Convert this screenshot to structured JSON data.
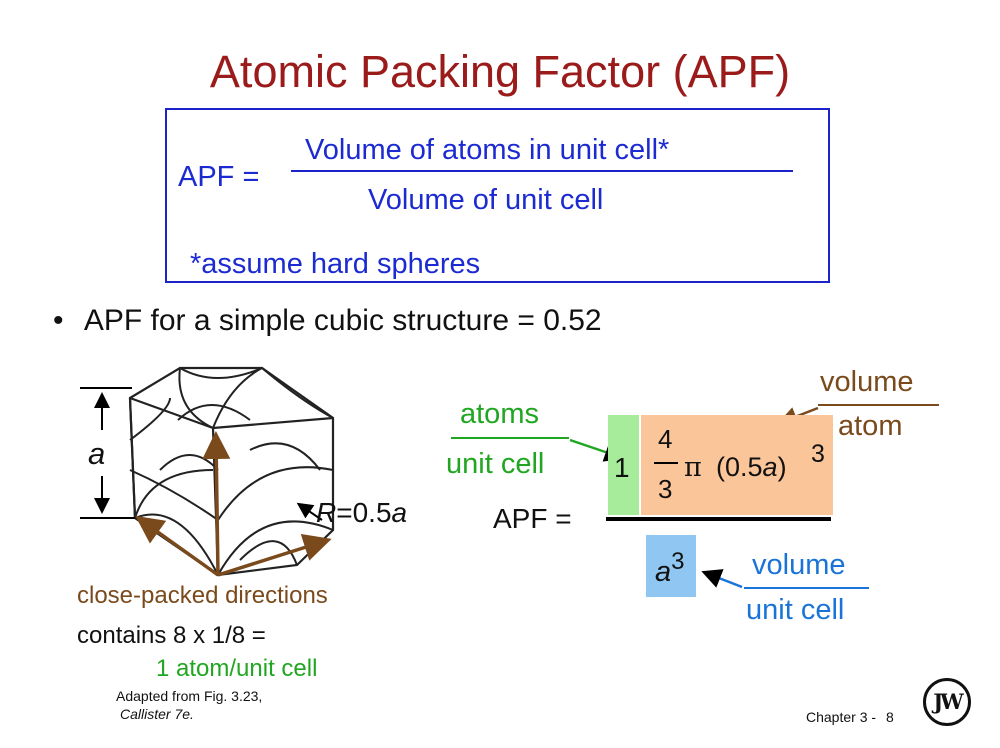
{
  "title": "Atomic Packing Factor (APF)",
  "definition": {
    "lhs": "APF =",
    "numerator": "Volume of atoms in unit cell*",
    "denominator": "Volume of unit cell",
    "footnote": "*assume hard spheres"
  },
  "bullet": {
    "marker": "•",
    "text": "APF for a simple cubic structure = 0.52"
  },
  "figure": {
    "edge_label": "a",
    "radius_label_r": "R",
    "radius_label_rest": "=0.5",
    "radius_label_a": "a",
    "directions_label": "close-packed directions",
    "contains_label": "contains 8 x 1/8 =",
    "atoms_label": "1 atom/unit cell",
    "source_line1": "Adapted from Fig. 3.23,",
    "source_line2": "Callister 7e."
  },
  "equation": {
    "lhs": "APF =",
    "count": "1",
    "frac_num": "4",
    "frac_den": "3",
    "pi": "π",
    "open": "(0.5",
    "a_var": "a",
    "close": ")",
    "cube": "3",
    "denom_var": "a",
    "denom_exp": "3"
  },
  "labels": {
    "atoms": "atoms",
    "unit_cell_1": "unit cell",
    "volume_atom_top": "volume",
    "volume_atom_bottom": "atom",
    "volume_cell_top": "volume",
    "volume_cell_bottom": "unit cell"
  },
  "footer": {
    "chapter": "Chapter 3 -",
    "page": "8",
    "logo_text": "JW"
  }
}
